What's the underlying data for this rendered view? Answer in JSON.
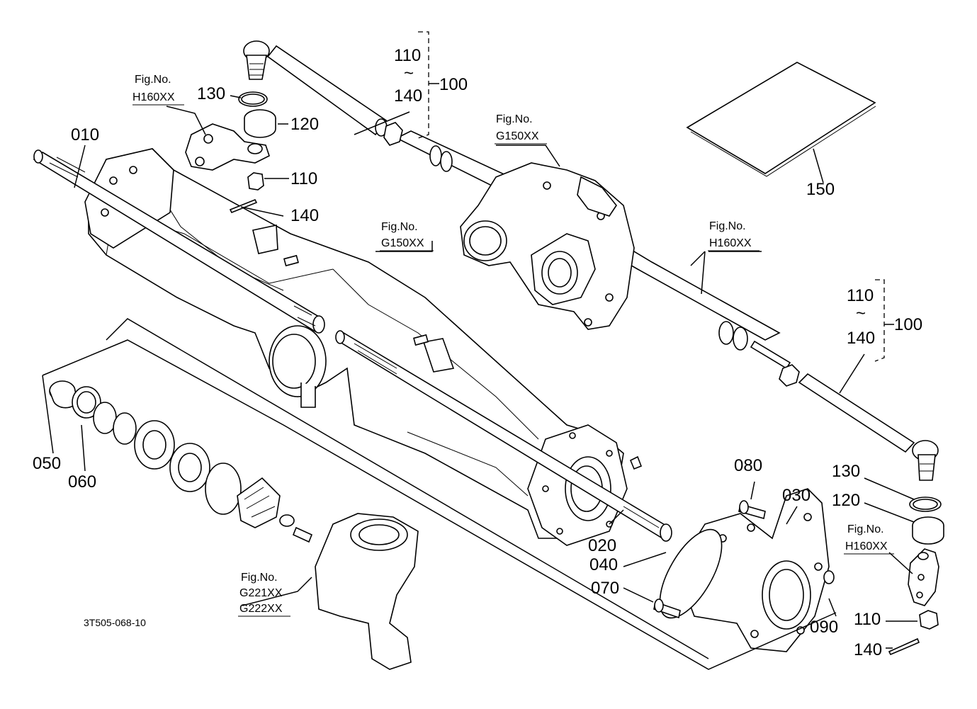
{
  "callouts": {
    "c010": "010",
    "c020": "020",
    "c030": "030",
    "c040": "040",
    "c050": "050",
    "c060": "060",
    "c070": "070",
    "c080": "080",
    "c090": "090",
    "c100_top": "100",
    "c100_right": "100",
    "c110_top_a": "110",
    "c110_top_b": "110",
    "c110_right_a": "110",
    "c110_right_b": "110",
    "c120_top": "120",
    "c120_right": "120",
    "c130_top": "130",
    "c130_right": "130",
    "c140_top_a": "140",
    "c140_top_b": "140",
    "c140_right_a": "140",
    "c140_right_b": "140",
    "c150": "150",
    "tilde": "~"
  },
  "figure_refs": {
    "fig_label": "Fig.No.",
    "h160_a": "H160XX",
    "h160_b": "H160XX",
    "h160_c": "H160XX",
    "g150_a": "G150XX",
    "g150_b": "G150XX",
    "g221": "G221XX",
    "g222": "G222XX"
  },
  "diagram_code": "3T505-068-10"
}
